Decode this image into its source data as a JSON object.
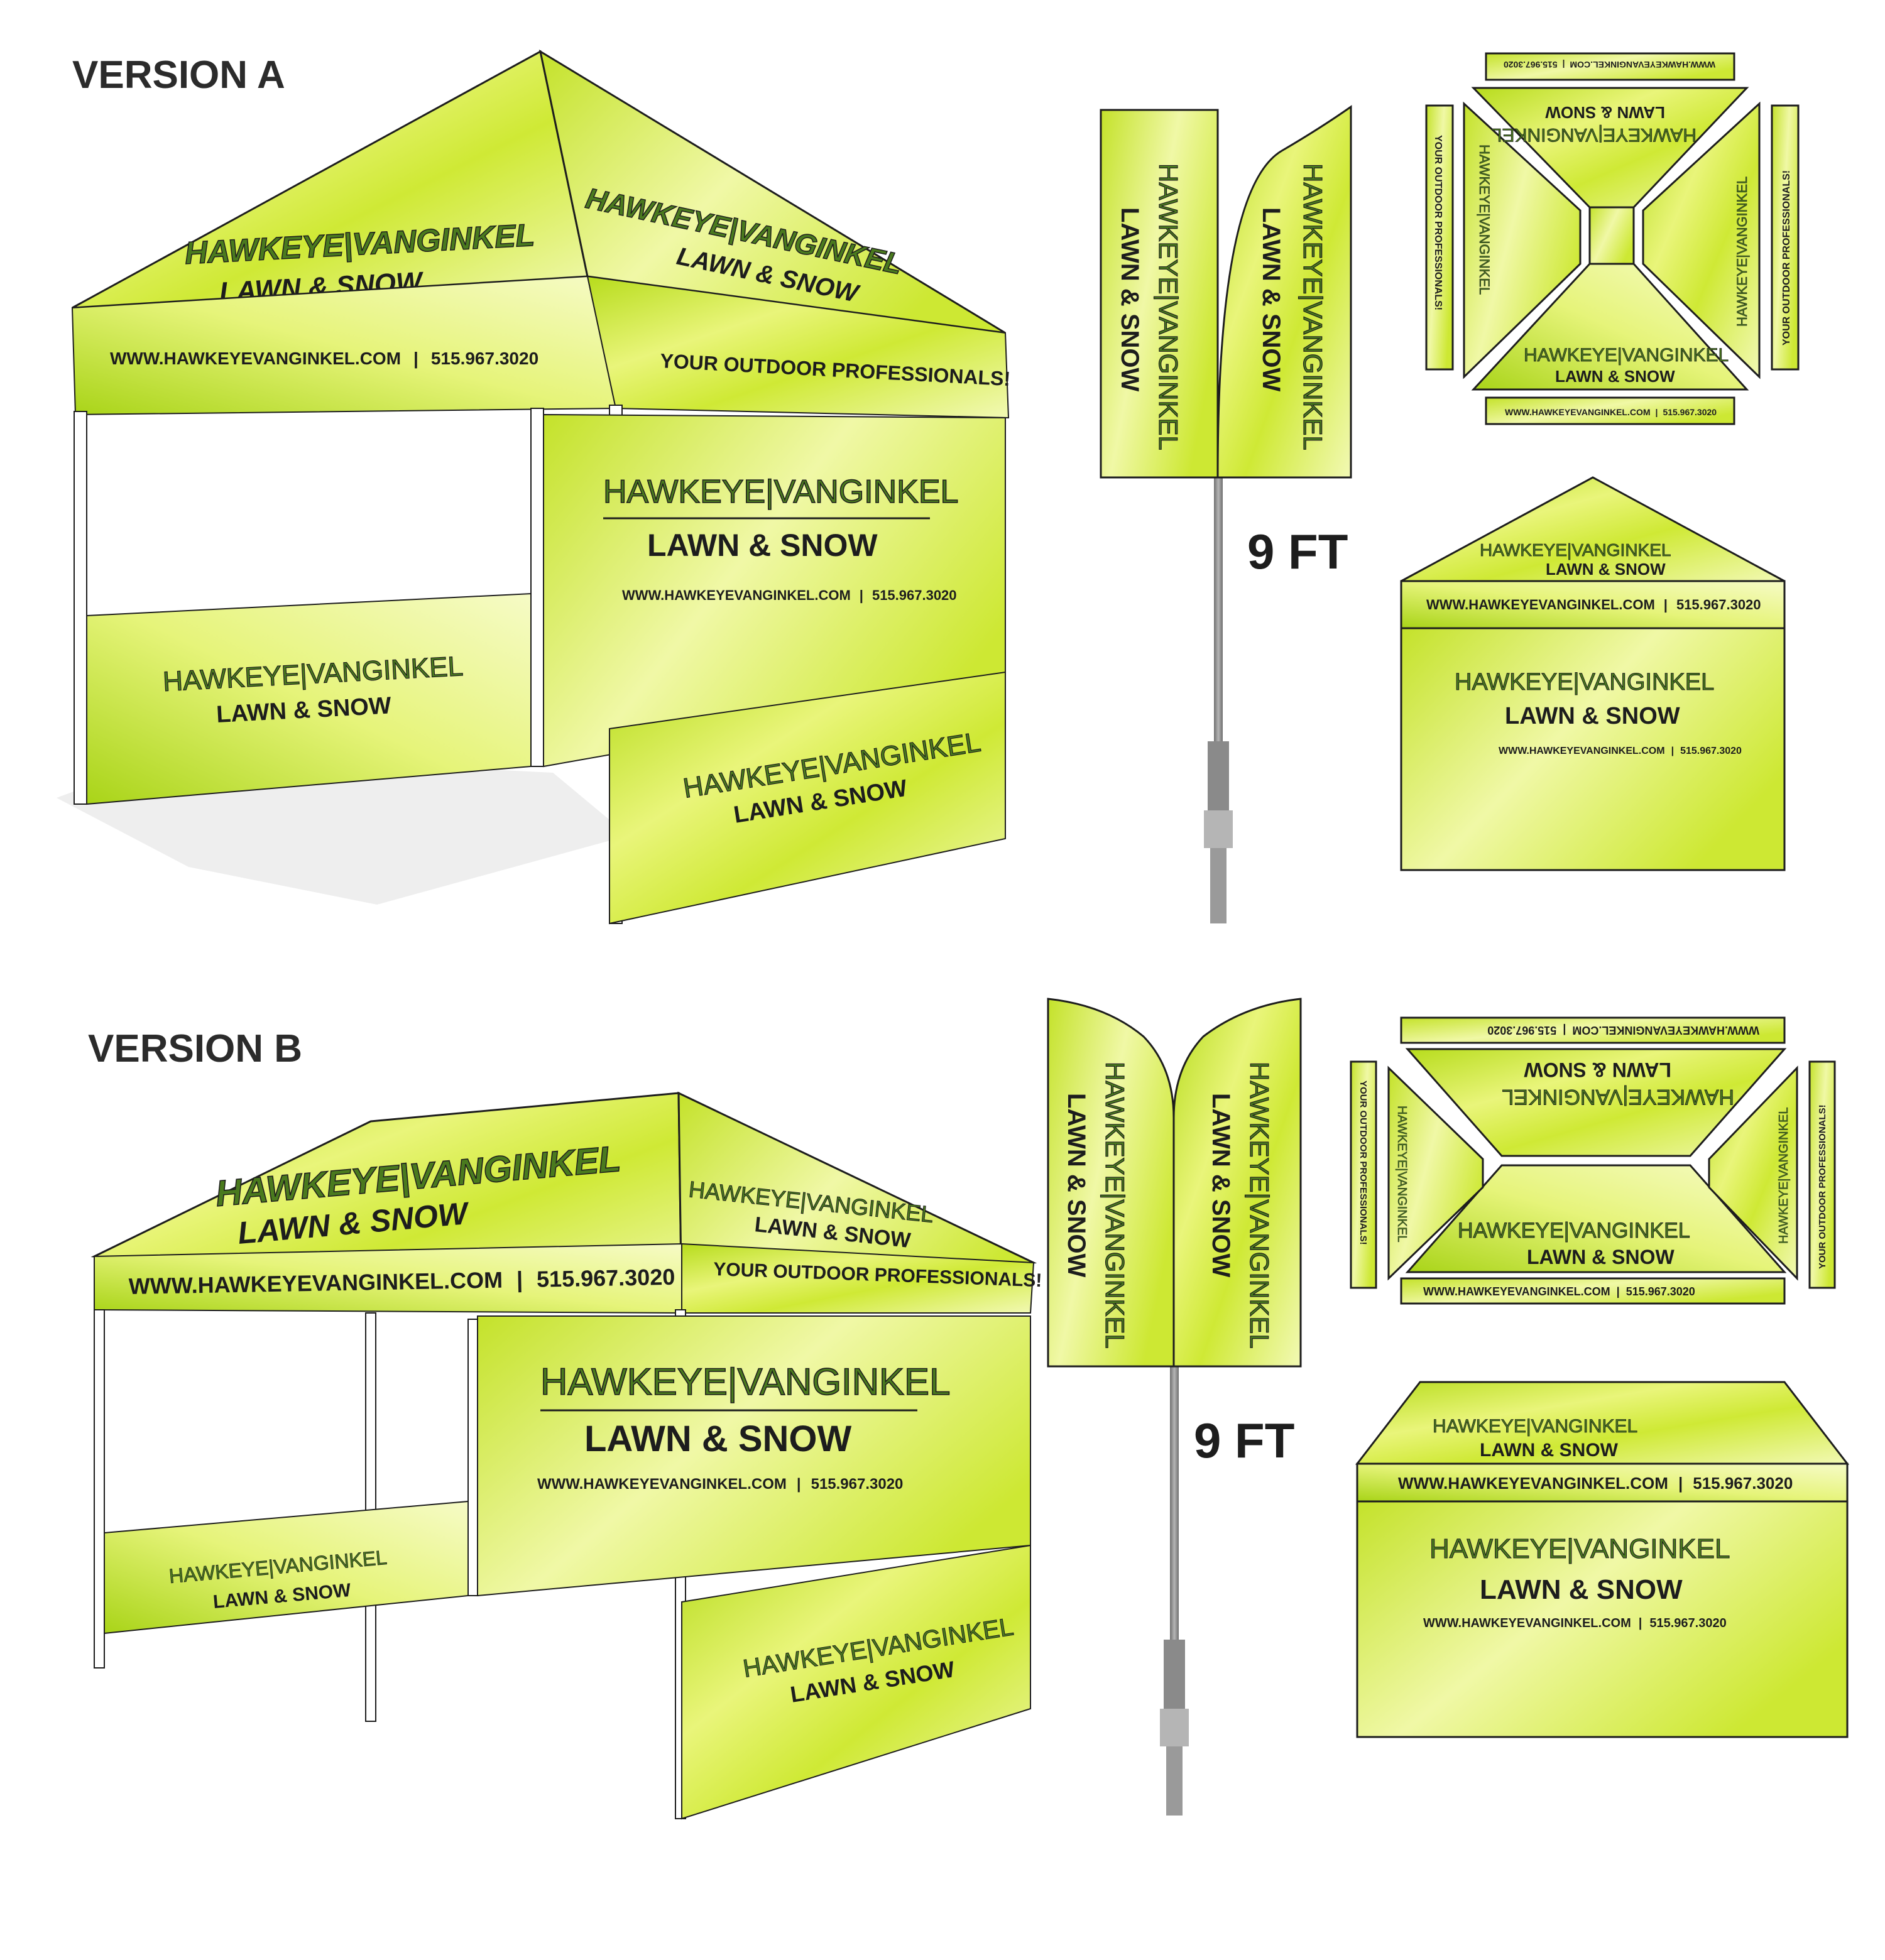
{
  "version_a_label": "VERSION A",
  "version_b_label": "VERSION B",
  "brand": {
    "name_left": "HAWKEYE",
    "name_right": "VANGINKEL",
    "divider": "|",
    "subtitle": "LAWN & SNOW",
    "website": "WWW.HAWKEYEVANGINKEL.COM",
    "phone": "515.967.3020",
    "tagline": "YOUR OUTDOOR PROFESSIONALS!"
  },
  "flag_height_label": "9 FT",
  "colors": {
    "panel_light": "#f4f9b0",
    "panel_mid": "#d6ee3a",
    "panel_dark": "#a9d418",
    "ink": "#1d1d1d",
    "logo_green": "#4a7a1e",
    "pole": "#8a8a8a",
    "frame": "#ffffff"
  }
}
